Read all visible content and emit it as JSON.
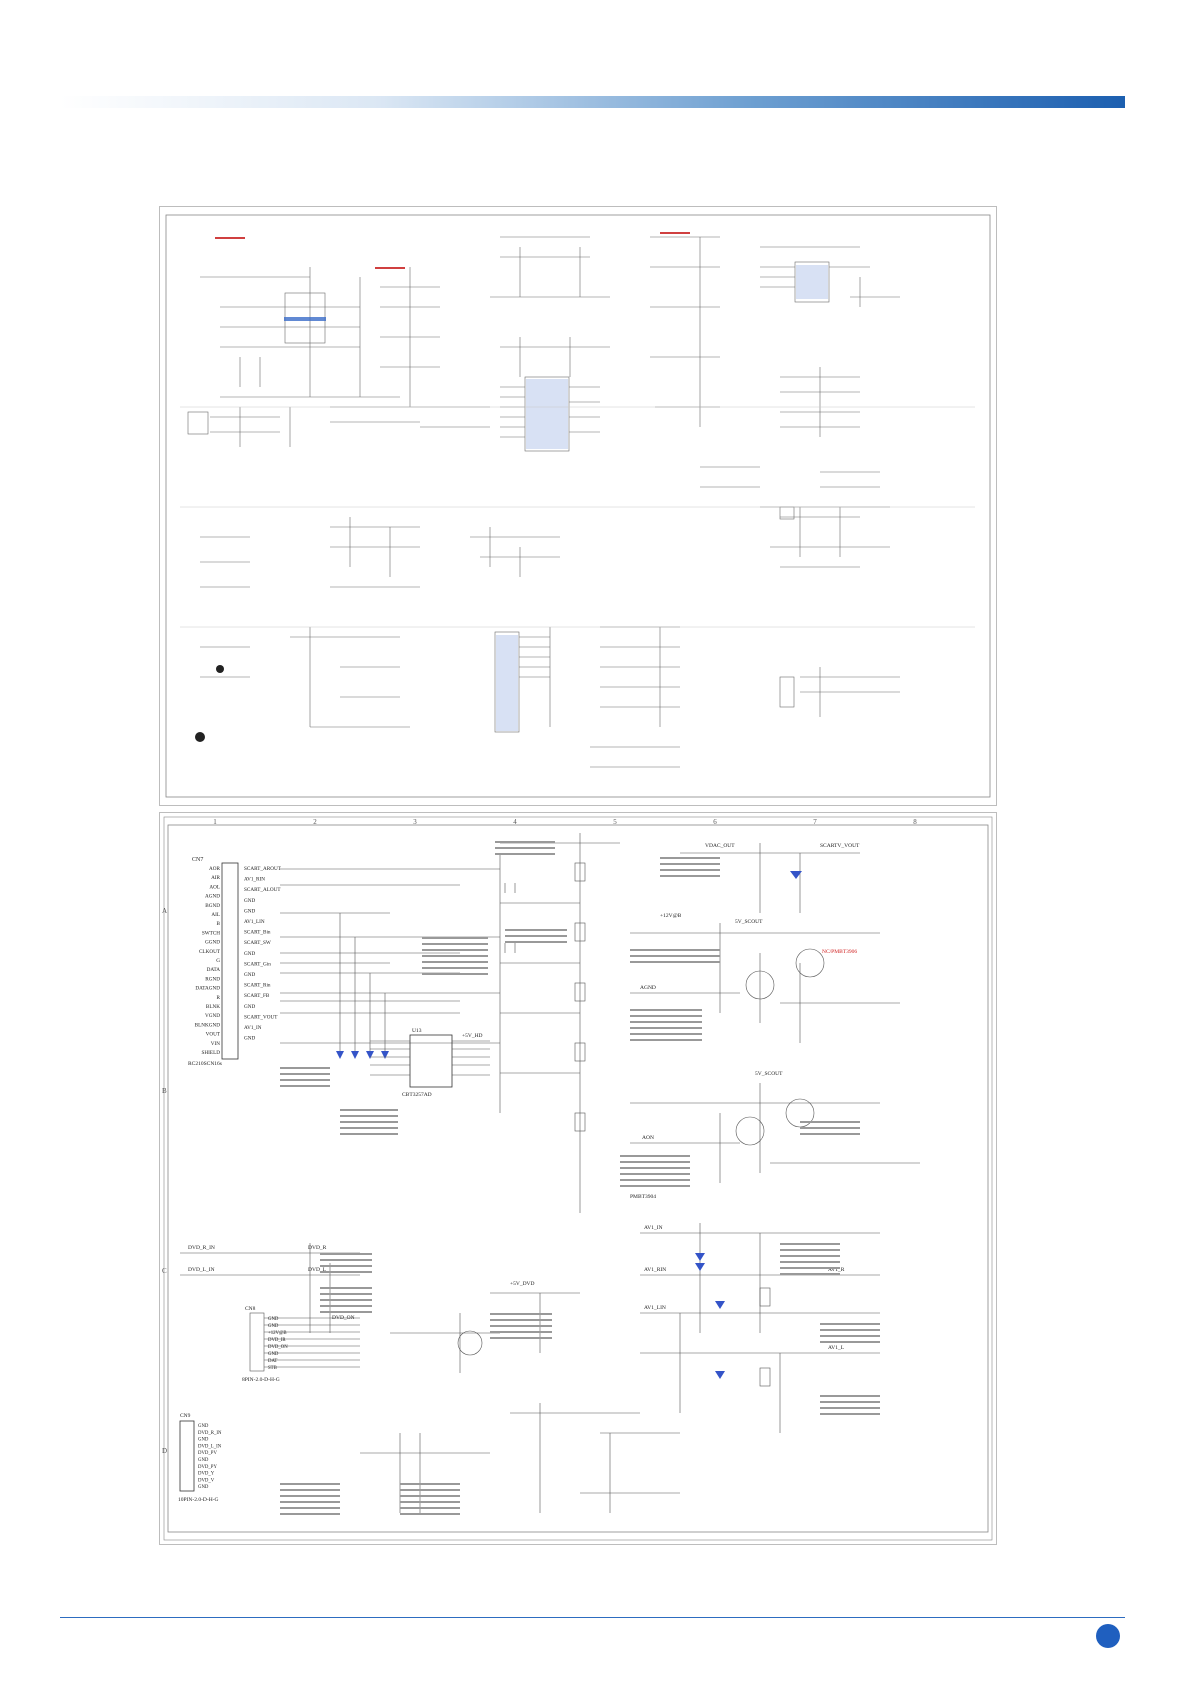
{
  "sheet2": {
    "connector_pins": [
      "AOR",
      "AIR",
      "AOL",
      "AGND",
      "BGND",
      "AIL",
      "B",
      "SWTCH",
      "GGND",
      "CLKOUT",
      "G",
      "DATA",
      "RGND",
      "DATAGND",
      "R",
      "BLNK",
      "VGND",
      "BLNKGND",
      "VOUT",
      "VIN",
      "SHIELD"
    ],
    "connector_ref": "CN7",
    "connector_part": "RC210SCN16s",
    "net_labels": [
      "SCART_AROUT",
      "AV1_RIN",
      "SCART_ALOUT",
      "GND",
      "GND",
      "AV1_LIN",
      "SCART_Bin",
      "SCART_SW",
      "GND",
      "SCART_Gin",
      "GND",
      "SCART_Rin",
      "SCART_FB",
      "GND",
      "SCART_VOUT",
      "AV1_IN",
      "GND"
    ],
    "ic_ref": "U13",
    "ic_part": "CBT3257AD",
    "vdd_label": "+5V_HD",
    "vdac_label": "VDAC_OUT",
    "scart_vout": "SCARTV_VOUT",
    "nc_pmbt": "NC/PMBT3906",
    "plus12v": "+12V@B",
    "plus5v_scout": "5V_SCOUT",
    "dvd_r_in": "DVD_R_IN",
    "dvd_l_in": "DVD_L_IN",
    "dvd_r": "DVD_R",
    "dvd_l": "DVD_L",
    "cn8_ref": "CN8",
    "cn8_part": "8PIN-2.0-D-H-G",
    "cn9_ref": "CN9",
    "cn9_part": "10PIN-2.0-D-H-G",
    "cn8_pins": [
      "GND",
      "GND",
      "+12V@B",
      "DVD_IR",
      "DVD_ON",
      "GND",
      "DAT",
      "STB"
    ],
    "cn9_pins": [
      "GND",
      "DVD_R_IN",
      "GND",
      "DVD_L_IN",
      "DVD_PV",
      "GND",
      "DVD_PY",
      "DVD_Y",
      "DVD_V",
      "GND"
    ],
    "av1_in": "AV1_IN",
    "av1_rin": "AV1_RIN",
    "av1_lin": "AV1_LIN",
    "av1_r": "AV1_R",
    "av1_l": "AV1_L",
    "pmbt": "PMBT3904",
    "aon": "AON",
    "agnd_label": "AGND",
    "dvd_5v": "+5V_DVD",
    "dvd_on": "DVD_ON",
    "col_nums": [
      "1",
      "2",
      "3",
      "4",
      "5",
      "6",
      "7",
      "8"
    ],
    "row_letters": [
      "A",
      "B",
      "C",
      "D"
    ]
  }
}
